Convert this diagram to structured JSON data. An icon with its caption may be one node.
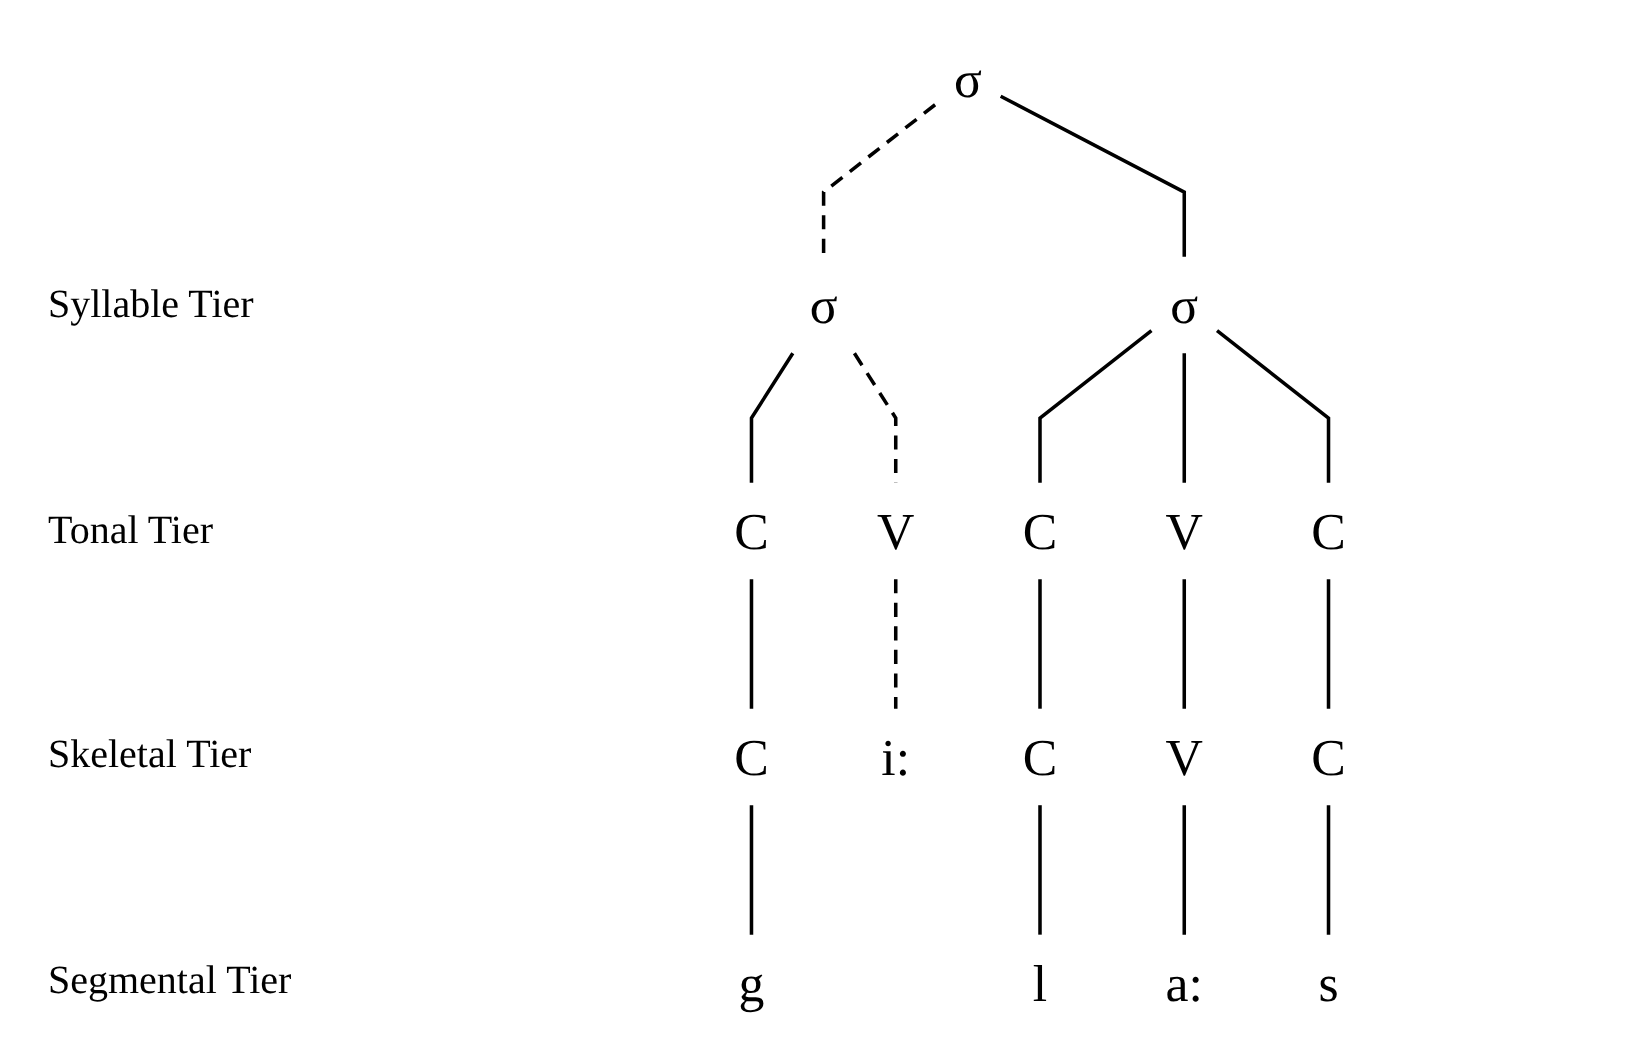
{
  "diagram": {
    "nodes": [
      {
        "text": [
          "σ"
        ]
      },
      {
        "text": [
          "σ"
        ]
      },
      {
        "text": [
          "σ"
        ]
      },
      {
        "text": [
          "C"
        ]
      },
      {
        "text": [
          "C"
        ]
      },
      {
        "text": [
          "V"
        ]
      },
      {
        "text": [
          "C"
        ]
      },
      {
        "text": [
          "C"
        ]
      },
      {
        "text": [
          "V"
        ]
      },
      {
        "text": [
          "C"
        ]
      },
      {
        "text": [
          "V"
        ]
      },
      {
        "text": [
          "C"
        ]
      },
      {
        "text": [
          "g"
        ]
      },
      {
        "text": [
          "i:"
        ]
      },
      {
        "text": [
          "l"
        ]
      },
      {
        "text": [
          "a:"
        ]
      },
      {
        "text": [
          "s"
        ]
      }
    ],
    "edges": [
      {
        "from": 0,
        "to": 1,
        "arrow": "none",
        "style": "dashed"
      },
      {
        "from": 0,
        "to": 2,
        "arrow": "none"
      },
      {
        "from": 1,
        "to": 3,
        "arrow": "none"
      },
      {
        "from": 1,
        "to": 8,
        "arrow": "none",
        "style": "dashed"
      },
      {
        "from": 2,
        "to": 4,
        "arrow": "none"
      },
      {
        "from": 2,
        "to": 5,
        "arrow": "none"
      },
      {
        "from": 2,
        "to": 6,
        "arrow": "none"
      },
      {
        "from": 3,
        "to": 7,
        "arrow": "none"
      },
      {
        "from": 4,
        "to": 9,
        "arrow": "none"
      },
      {
        "from": 5,
        "to": 10,
        "arrow": "none"
      },
      {
        "from": 6,
        "to": 11,
        "arrow": "none"
      },
      {
        "from": 7,
        "to": 12,
        "arrow": "none"
      },
      {
        "from": 8,
        "to": 13,
        "arrow": "none",
        "style": "dashed"
      },
      {
        "from": 9,
        "to": 14,
        "arrow": "none"
      },
      {
        "from": 10,
        "to": 15,
        "arrow": "none"
      },
      {
        "from": 11,
        "to": 16,
        "arrow": "none"
      }
    ],
    "labels": [
      "Syllable Tier",
      "Tonal Tier",
      "Skeletal Tier",
      "Segmental Tier"
    ]
  }
}
